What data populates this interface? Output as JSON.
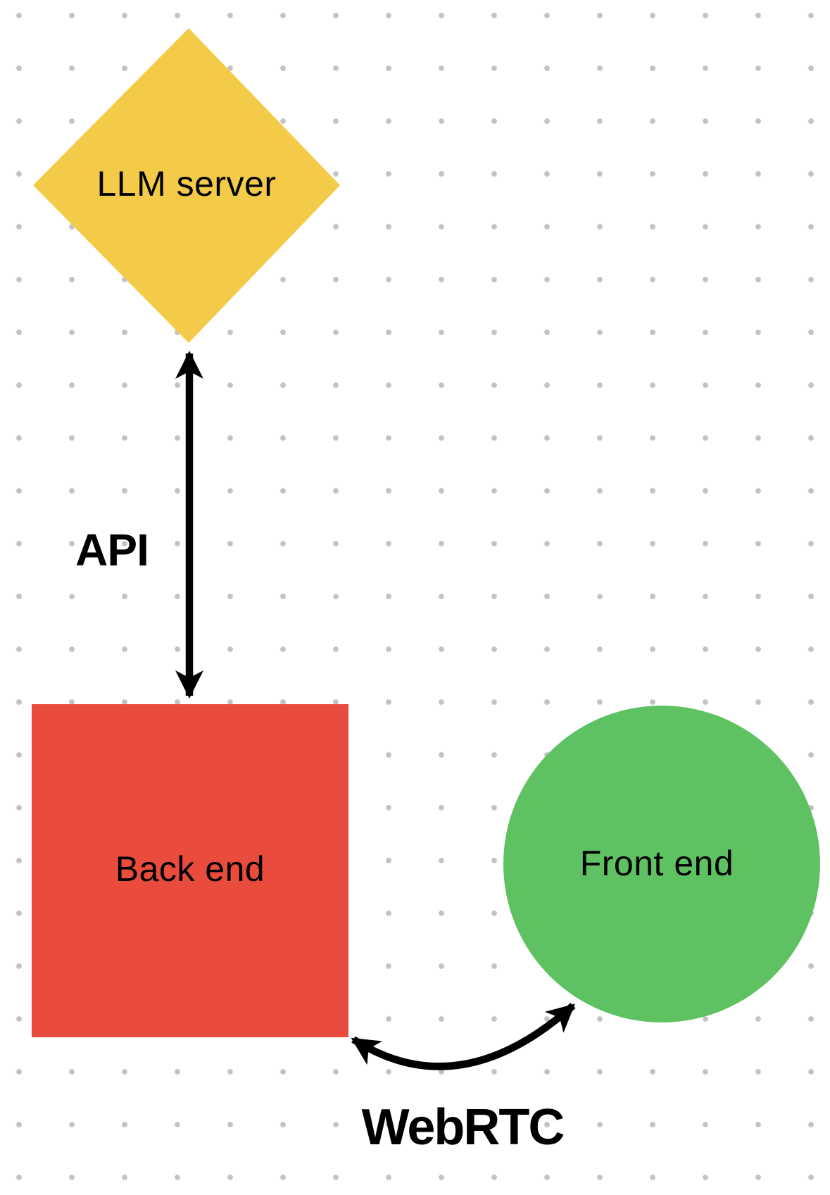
{
  "canvas": {
    "type": "dotted-grid-diagram",
    "background_color": "#ffffff",
    "dot_color": "#c2c2c2"
  },
  "nodes": {
    "llm_server": {
      "label": "LLM server",
      "shape": "diamond",
      "color": "#f4cb48",
      "text_color": "#000000"
    },
    "back_end": {
      "label": "Back end",
      "shape": "square",
      "color": "#e94c3d",
      "text_color": "#000000"
    },
    "front_end": {
      "label": "Front end",
      "shape": "circle",
      "color": "#5ec263",
      "text_color": "#000000"
    }
  },
  "connectors": {
    "api": {
      "label": "API",
      "from": "LLM server",
      "to": "Back end",
      "style": "double-headed-arrow",
      "shape": "straight-vertical",
      "color": "#000000"
    },
    "webrtc": {
      "label": "WebRTC",
      "from": "Back end",
      "to": "Front end",
      "style": "double-headed-arrow",
      "shape": "curved",
      "color": "#000000"
    }
  }
}
